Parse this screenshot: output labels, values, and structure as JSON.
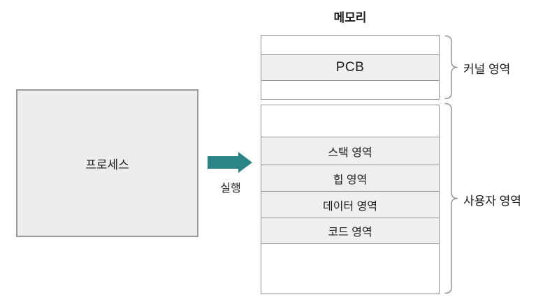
{
  "title": "메모리",
  "process": {
    "label": "프로세스"
  },
  "arrow": {
    "label": "실행",
    "color": "#2a8585"
  },
  "memory": {
    "kernel_rows": [
      {
        "label": ""
      },
      {
        "label": "PCB"
      },
      {
        "label": ""
      }
    ],
    "user_rows": [
      {
        "label": ""
      },
      {
        "label": "스택 영역"
      },
      {
        "label": "힙 영역"
      },
      {
        "label": "데이터 영역"
      },
      {
        "label": "코드 영역"
      },
      {
        "label": ""
      }
    ]
  },
  "brackets": {
    "kernel": {
      "label": "커널 영역"
    },
    "user": {
      "label": "사용자 영역"
    }
  },
  "colors": {
    "arrow": "#2a8585",
    "row_fill": "#efefef",
    "box_fill": "#ededed",
    "border": "#949494",
    "text": "#1c1c1c",
    "background": "#ffffff"
  }
}
